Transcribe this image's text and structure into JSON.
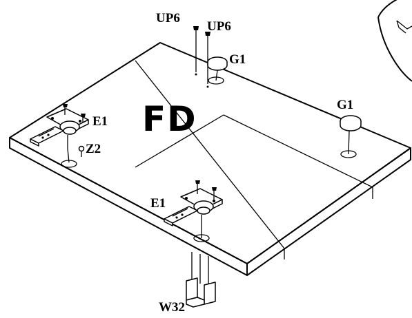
{
  "panel_marking": "FD",
  "labels": {
    "up6_left": "UP6",
    "up6_right": "UP6",
    "g1_top": "G1",
    "g1_right": "G1",
    "e1_left": "E1",
    "z2": "Z2",
    "e1_bottom": "E1",
    "w32": "W32"
  },
  "parts": {
    "UP6": "screw",
    "G1": "cap",
    "E1": "hinge",
    "Z2": "screw",
    "W32": "plate"
  }
}
